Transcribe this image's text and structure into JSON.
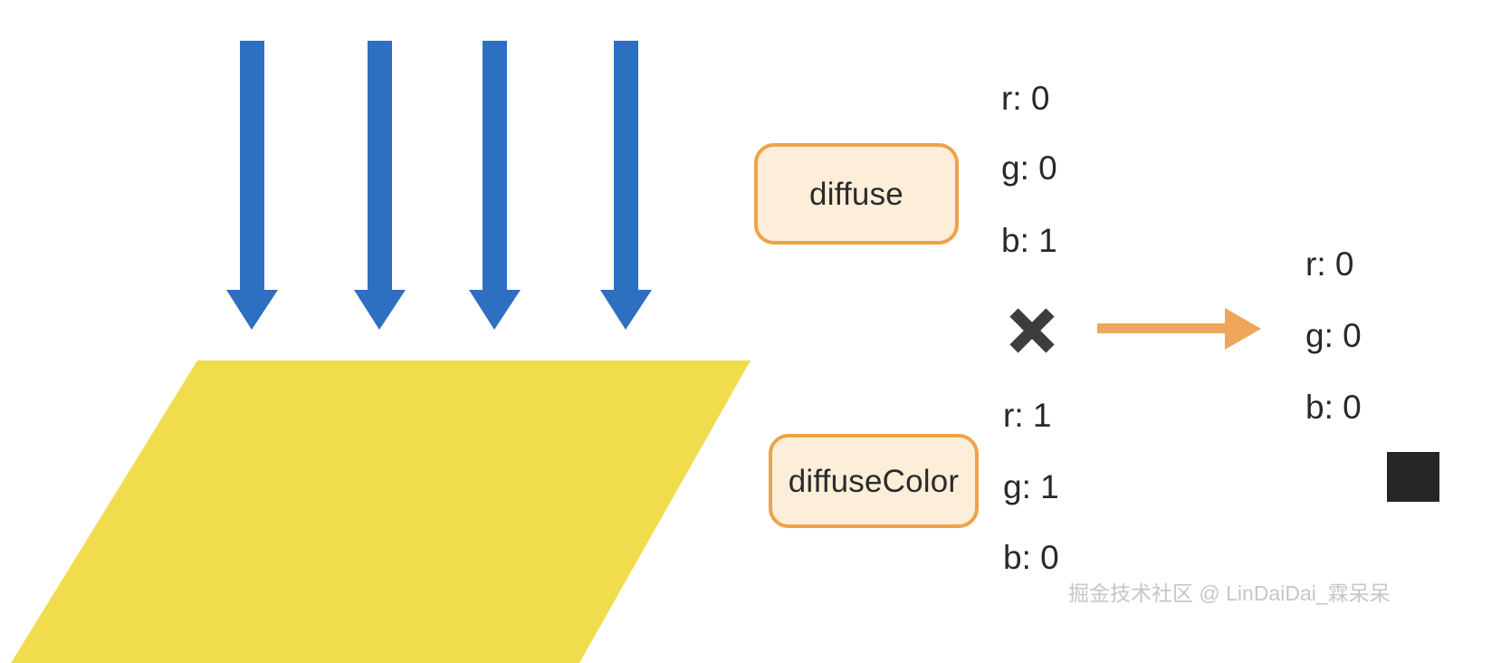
{
  "diagram": {
    "type": "diagram",
    "title": "diffuse lighting multiplication",
    "background_color": "#ffffff",
    "surface": {
      "name": "lit-surface-plane",
      "shape": "parallelogram",
      "fill_color": "#f1dc4e"
    },
    "light_rays": {
      "name": "incoming-light-arrows",
      "count": 4,
      "direction": "down",
      "color": "#2d6fc0"
    },
    "nodes": [
      {
        "id": "diffuse",
        "label": "diffuse",
        "fill_color": "#fdeeda",
        "border_color": "#eda347"
      },
      {
        "id": "diffuseColor",
        "label": "diffuseColor",
        "fill_color": "#fdeeda",
        "border_color": "#eda347"
      }
    ],
    "operator": {
      "name": "multiply",
      "glyph": "multiply-icon",
      "color": "#3d3d3d"
    },
    "arrow": {
      "name": "result-arrow",
      "direction": "right",
      "color": "#eda65a"
    },
    "channels": {
      "diffuse": [
        {
          "key": "r",
          "text": "r: 0",
          "value": 0
        },
        {
          "key": "g",
          "text": "g: 0",
          "value": 0
        },
        {
          "key": "b",
          "text": "b: 1",
          "value": 1
        }
      ],
      "diffuse_color": [
        {
          "key": "r",
          "text": "r: 1",
          "value": 1
        },
        {
          "key": "g",
          "text": "g: 1",
          "value": 1
        },
        {
          "key": "b",
          "text": "b: 0",
          "value": 0
        }
      ],
      "result": [
        {
          "key": "r",
          "text": "r: 0",
          "value": 0
        },
        {
          "key": "g",
          "text": "g: 0",
          "value": 0
        },
        {
          "key": "b",
          "text": "b: 0",
          "value": 0
        }
      ]
    },
    "result_swatch": {
      "name": "result-color-swatch",
      "color": "#262628"
    },
    "watermark": {
      "text": "掘金技术社区 @ LinDaiDai_霖呆呆",
      "color": "#c6c6c8"
    }
  }
}
